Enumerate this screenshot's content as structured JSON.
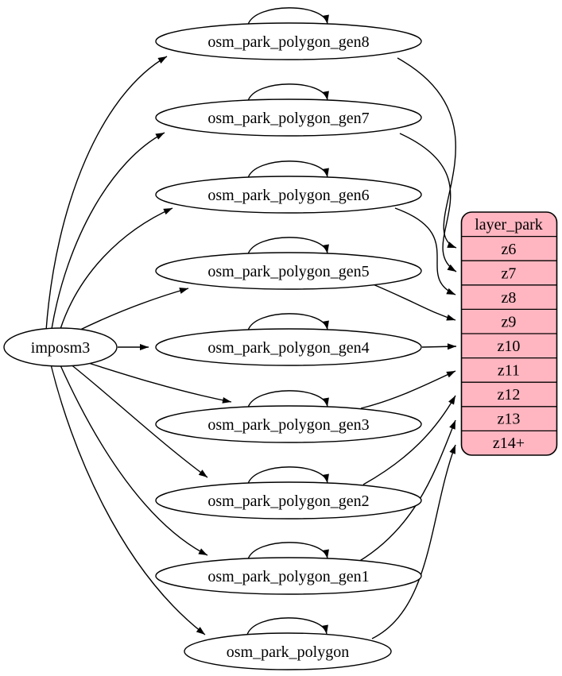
{
  "graph": {
    "source": {
      "label": "imposm3"
    },
    "tables": [
      {
        "label": "osm_park_polygon_gen8",
        "self_loop": true,
        "zoom_row": "z6"
      },
      {
        "label": "osm_park_polygon_gen7",
        "self_loop": true,
        "zoom_row": "z7"
      },
      {
        "label": "osm_park_polygon_gen6",
        "self_loop": true,
        "zoom_row": "z8"
      },
      {
        "label": "osm_park_polygon_gen5",
        "self_loop": true,
        "zoom_row": "z9"
      },
      {
        "label": "osm_park_polygon_gen4",
        "self_loop": true,
        "zoom_row": "z10"
      },
      {
        "label": "osm_park_polygon_gen3",
        "self_loop": true,
        "zoom_row": "z11"
      },
      {
        "label": "osm_park_polygon_gen2",
        "self_loop": true,
        "zoom_row": "z12"
      },
      {
        "label": "osm_park_polygon_gen1",
        "self_loop": true,
        "zoom_row": "z13"
      },
      {
        "label": "osm_park_polygon",
        "self_loop": true,
        "zoom_row": "z14+"
      }
    ],
    "layer": {
      "title": "layer_park",
      "fill": "#ffb6c1",
      "rows": [
        {
          "label": "z6"
        },
        {
          "label": "z7"
        },
        {
          "label": "z8"
        },
        {
          "label": "z9"
        },
        {
          "label": "z10"
        },
        {
          "label": "z11"
        },
        {
          "label": "z12"
        },
        {
          "label": "z13"
        },
        {
          "label": "z14+"
        }
      ]
    },
    "colors": {
      "node_fill": "#ffffff",
      "stroke": "#000000",
      "layer_fill": "#ffb6c1",
      "background": "#ffffff"
    }
  }
}
